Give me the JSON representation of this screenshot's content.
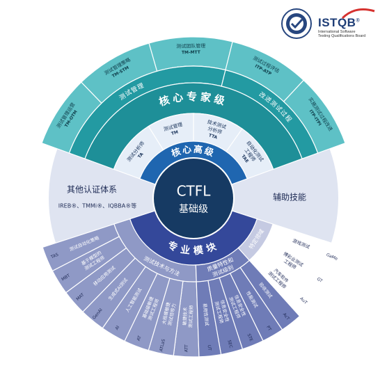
{
  "logo": {
    "brand": "ISTQB",
    "brand_mark": "®",
    "subtitle_lines": [
      "International Software",
      "Testing Qualifications Board"
    ]
  },
  "core": {
    "title": "CTFL",
    "subtitle": "基础级"
  },
  "core_level": {
    "label": "核心高级",
    "modules": [
      {
        "name": "测试分析师",
        "code": "TA"
      },
      {
        "name": "测试管理",
        "code": "TM"
      },
      {
        "name": "技术测试\n分析师",
        "code": "TTA"
      },
      {
        "name": "自动化测试\n工程师",
        "code": "TAE"
      }
    ]
  },
  "expert_level": {
    "label": "核心专家级",
    "groups": [
      {
        "name": "测试管理"
      },
      {
        "name": "改进测试过程"
      }
    ],
    "modules": [
      {
        "name": "测试管理运营",
        "code": "TM-OTM"
      },
      {
        "name": "测试管理策略",
        "code": "TM-STM"
      },
      {
        "name": "测试团队管理",
        "code": "TM-MTT"
      },
      {
        "name": "测试过程评估",
        "code": "ITP-ATP"
      },
      {
        "name": "实施测试过程改进",
        "code": "ITP-ITPI"
      }
    ]
  },
  "other_certs": {
    "title": "其他认证体系",
    "items": "IREB®、TMMi®、IQBBA®等"
  },
  "aux": {
    "title": "辅助技能"
  },
  "specialist": {
    "label": "专业模块",
    "groups": [
      {
        "name": "测试技术与方法"
      },
      {
        "name": "质量特性和\n测试级别"
      },
      {
        "name": "特定领域"
      }
    ],
    "methods": [
      {
        "name": "敏捷技术\n测试工程师",
        "code": "ATT"
      },
      {
        "name": "大规模敏捷\n测试领导力",
        "code": "ATLaS"
      },
      {
        "name": "基础级敏捷\n测试工程师",
        "code": "AT"
      },
      {
        "name": "人工智能测试",
        "code": "AI"
      },
      {
        "name": "生成式AI测试",
        "code": "GenAI"
      },
      {
        "name": "移动应用测试",
        "code": "MAT"
      },
      {
        "name": "基于模型的\n测试工程师",
        "code": "MBT"
      },
      {
        "name": "测试自动化策略",
        "code": "TAS"
      }
    ],
    "quality": [
      {
        "name": "验收测试",
        "code": "AcT"
      },
      {
        "name": "性能测试",
        "code": "PT"
      },
      {
        "name": "信息安全性\n测试工程师",
        "code": "STE"
      },
      {
        "name": "信息安全性\n测试工程师",
        "code": "SEC"
      },
      {
        "name": "易用性测试",
        "code": "UT"
      }
    ],
    "domain": [
      {
        "name": "游戏测试",
        "code": "GaMe"
      },
      {
        "name": "博彩业测试\n工程师",
        "code": "GT"
      },
      {
        "name": "汽车软件\n测试工程师",
        "code": "AuT"
      }
    ]
  },
  "colors": {
    "navy": "#163a63",
    "blue": "#1f66b0",
    "blue_light": "#e6eef8",
    "teal": "#1e8f98",
    "teal_mid": "#239aa2",
    "teal_light": "#5ec1c6",
    "lavender": "#dfe4f1",
    "purple": "#34489a",
    "slate": "#8f99c6",
    "slate_dark": "#6f7cb7",
    "slate_light": "#c5cae2"
  }
}
